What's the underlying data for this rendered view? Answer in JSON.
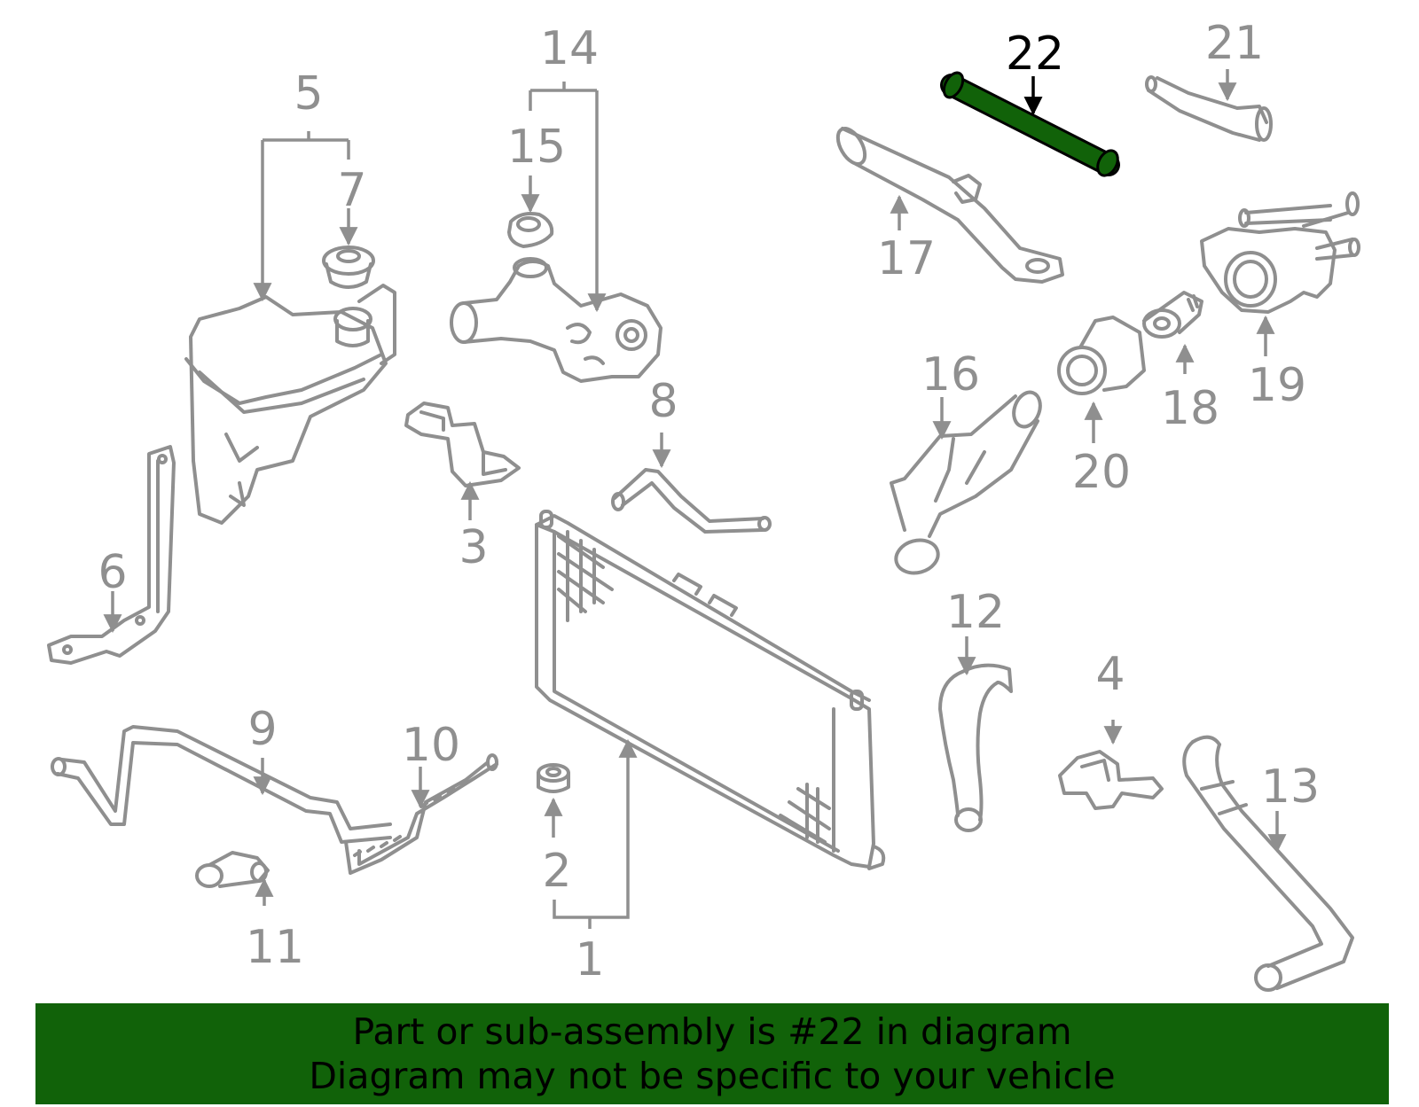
{
  "diagram": {
    "highlighted_part": "22",
    "highlight_color": "#116209",
    "line_color": "#8f8f8f",
    "callouts": [
      {
        "id": "c1",
        "label": "1"
      },
      {
        "id": "c2",
        "label": "2"
      },
      {
        "id": "c3",
        "label": "3"
      },
      {
        "id": "c4",
        "label": "4"
      },
      {
        "id": "c5",
        "label": "5"
      },
      {
        "id": "c6",
        "label": "6"
      },
      {
        "id": "c7",
        "label": "7"
      },
      {
        "id": "c8",
        "label": "8"
      },
      {
        "id": "c9",
        "label": "9"
      },
      {
        "id": "c10",
        "label": "10"
      },
      {
        "id": "c11",
        "label": "11"
      },
      {
        "id": "c12",
        "label": "12"
      },
      {
        "id": "c13",
        "label": "13"
      },
      {
        "id": "c14",
        "label": "14"
      },
      {
        "id": "c15",
        "label": "15"
      },
      {
        "id": "c16",
        "label": "16"
      },
      {
        "id": "c17",
        "label": "17"
      },
      {
        "id": "c18",
        "label": "18"
      },
      {
        "id": "c19",
        "label": "19"
      },
      {
        "id": "c20",
        "label": "20"
      },
      {
        "id": "c21",
        "label": "21"
      },
      {
        "id": "c22",
        "label": "22"
      }
    ]
  },
  "banner": {
    "line1": "Part or sub-assembly is #22 in diagram",
    "line2": "Diagram may not be specific to your vehicle",
    "background": "#116209"
  }
}
